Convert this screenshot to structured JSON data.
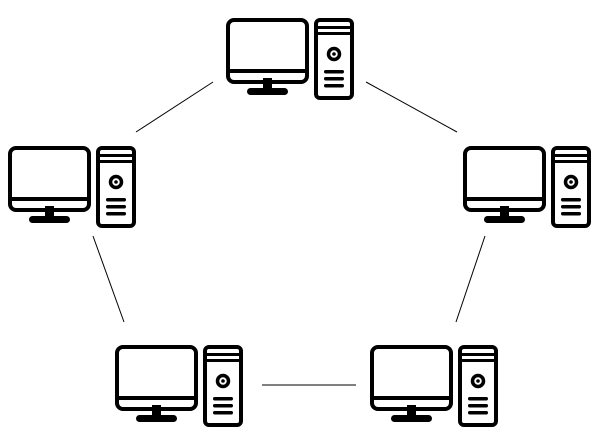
{
  "diagram": {
    "topology": "ring",
    "node_icon": "desktop-computer-icon",
    "node_count": 5,
    "nodes": [
      {
        "id": "top"
      },
      {
        "id": "upper-left"
      },
      {
        "id": "upper-right"
      },
      {
        "id": "lower-left"
      },
      {
        "id": "lower-right"
      }
    ],
    "links": [
      {
        "from": "top",
        "to": "upper-left"
      },
      {
        "from": "top",
        "to": "upper-right"
      },
      {
        "from": "upper-left",
        "to": "lower-left"
      },
      {
        "from": "upper-right",
        "to": "lower-right"
      },
      {
        "from": "lower-left",
        "to": "lower-right"
      }
    ],
    "colors": {
      "icon": "#000000",
      "line": "#000000",
      "background": "#ffffff"
    }
  }
}
